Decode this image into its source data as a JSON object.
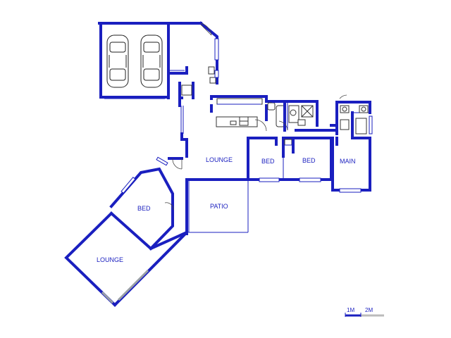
{
  "colors": {
    "wall": "#1a1fbf",
    "thin": "#1a1fbf",
    "label": "#1a1fbf",
    "glass": "#9aa0a6",
    "scale_gray": "#bbbbbb"
  },
  "rooms": {
    "lounge_main": "LOUNGE",
    "bed_1": "BED",
    "bed_2": "BED",
    "main": "MAIN",
    "patio": "PATIO",
    "bed_west": "BED",
    "lounge_west": "LOUNGE"
  },
  "scale": {
    "label_1": "1M",
    "label_2": "2M"
  }
}
